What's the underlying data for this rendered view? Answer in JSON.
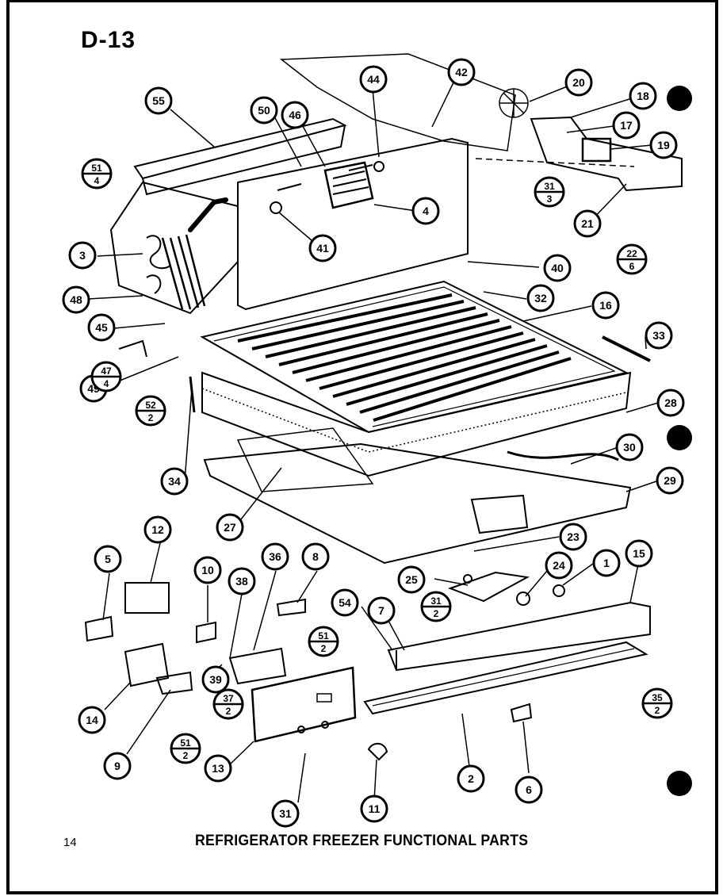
{
  "sheet": {
    "id": "D-13",
    "page_number": "14",
    "caption": "REFRIGERATOR FREEZER FUNCTIONAL PARTS"
  },
  "callouts": [
    {
      "label": "55"
    },
    {
      "label": "50"
    },
    {
      "label": "46"
    },
    {
      "label": "44"
    },
    {
      "label": "42"
    },
    {
      "label": "20"
    },
    {
      "label": "18"
    },
    {
      "label": "17"
    },
    {
      "label": "19"
    },
    {
      "label": "4"
    },
    {
      "label": "41"
    },
    {
      "label": "3"
    },
    {
      "label": "40"
    },
    {
      "label": "21"
    },
    {
      "label": "48"
    },
    {
      "label": "32"
    },
    {
      "label": "16"
    },
    {
      "label": "45"
    },
    {
      "label": "33"
    },
    {
      "label": "49"
    },
    {
      "label": "28"
    },
    {
      "label": "30"
    },
    {
      "label": "34"
    },
    {
      "label": "29"
    },
    {
      "label": "27"
    },
    {
      "label": "12"
    },
    {
      "label": "5"
    },
    {
      "label": "10"
    },
    {
      "label": "36"
    },
    {
      "label": "8"
    },
    {
      "label": "23"
    },
    {
      "label": "15"
    },
    {
      "label": "38"
    },
    {
      "label": "1"
    },
    {
      "label": "24"
    },
    {
      "label": "25"
    },
    {
      "label": "54"
    },
    {
      "label": "7"
    },
    {
      "label": "14"
    },
    {
      "label": "39"
    },
    {
      "label": "9"
    },
    {
      "label": "13"
    },
    {
      "label": "31"
    },
    {
      "label": "11"
    },
    {
      "label": "2"
    },
    {
      "label": "6"
    }
  ],
  "fraction_callouts": [
    {
      "top": "51",
      "bottom": "4"
    },
    {
      "top": "31",
      "bottom": "3"
    },
    {
      "top": "22",
      "bottom": "6"
    },
    {
      "top": "47",
      "bottom": "4"
    },
    {
      "top": "52",
      "bottom": "2"
    },
    {
      "top": "31",
      "bottom": "2"
    },
    {
      "top": "51",
      "bottom": "2"
    },
    {
      "top": "37",
      "bottom": "2"
    },
    {
      "top": "51",
      "bottom": "2"
    },
    {
      "top": "35",
      "bottom": "2"
    }
  ],
  "colors": {
    "ink": "#000000",
    "paper": "#ffffff"
  }
}
